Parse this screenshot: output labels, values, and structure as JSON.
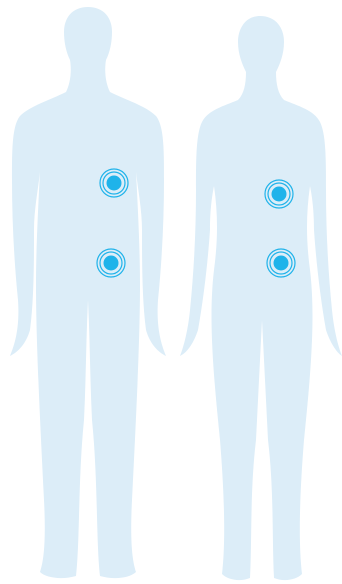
{
  "colors": {
    "background": "#ffffff",
    "silhouette": "#dcedf8",
    "marker_fill": "#1fb3ea",
    "marker_ring": "#1fb3ea"
  },
  "figures": [
    {
      "id": "male",
      "markers": [
        "upper-abdomen",
        "lower-abdomen"
      ]
    },
    {
      "id": "female",
      "markers": [
        "upper-abdomen",
        "lower-abdomen"
      ]
    }
  ],
  "icons": {
    "marker": "target-ring-icon",
    "male": "male-silhouette",
    "female": "female-silhouette"
  }
}
